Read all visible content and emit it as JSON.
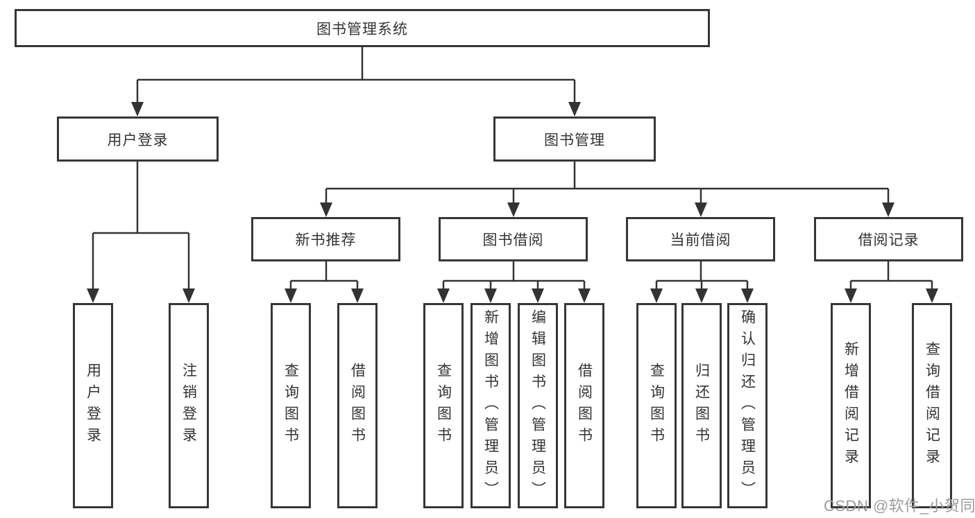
{
  "diagram": {
    "root": {
      "label": "图书管理系统"
    },
    "branches": [
      {
        "label": "用户登录",
        "children": [
          {
            "label": "用户登录"
          },
          {
            "label": "注销登录"
          }
        ]
      },
      {
        "label": "图书管理",
        "children": [
          {
            "label": "新书推荐",
            "children": [
              {
                "label": "查询图书"
              },
              {
                "label": "借阅图书"
              }
            ]
          },
          {
            "label": "图书借阅",
            "children": [
              {
                "label": "查询图书"
              },
              {
                "label": "新增图书（管理员）"
              },
              {
                "label": "编辑图书（管理员）"
              },
              {
                "label": "借阅图书"
              }
            ]
          },
          {
            "label": "当前借阅",
            "children": [
              {
                "label": "查询图书"
              },
              {
                "label": "归还图书"
              },
              {
                "label": "确认归还（管理员）"
              }
            ]
          },
          {
            "label": "借阅记录",
            "children": [
              {
                "label": "新增借阅记录"
              },
              {
                "label": "查询借阅记录"
              }
            ]
          }
        ]
      }
    ]
  },
  "watermark": {
    "text": "CSDN @软件_小贺同学"
  },
  "colors": {
    "background": "#ffffff",
    "line": "#333333",
    "box_border": "#363636",
    "text": "#333333",
    "watermark": "#9b9b9b"
  }
}
